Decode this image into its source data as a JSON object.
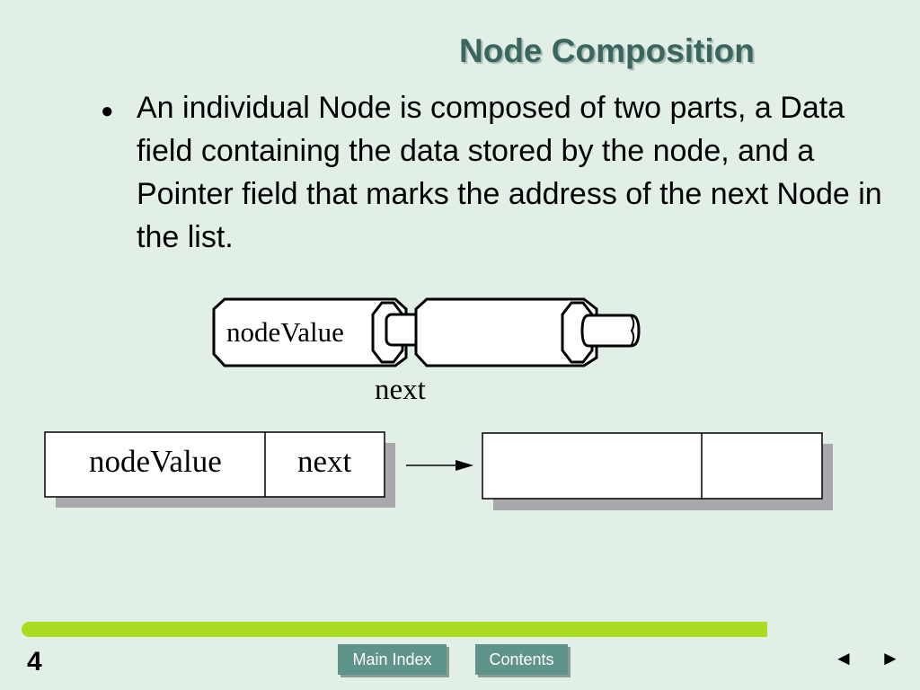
{
  "slide": {
    "title": "Node Composition",
    "bullet": "An individual Node is composed of two parts, a Data field containing the data stored by the node, and a Pointer field that marks the address of the next Node in the list.",
    "page_number": "4"
  },
  "diagram": {
    "capsule_label": "nodeValue",
    "pointer_label": "next",
    "box_value_label": "nodeValue",
    "box_next_label": "next"
  },
  "footer": {
    "main_index_label": "Main Index",
    "contents_label": "Contents",
    "prev_label": "◄",
    "next_label": "►"
  },
  "colors": {
    "background": "#e1efe7",
    "title": "#3b6660",
    "accent_bar": "#aadd22",
    "nav_button": "#5f948a"
  }
}
